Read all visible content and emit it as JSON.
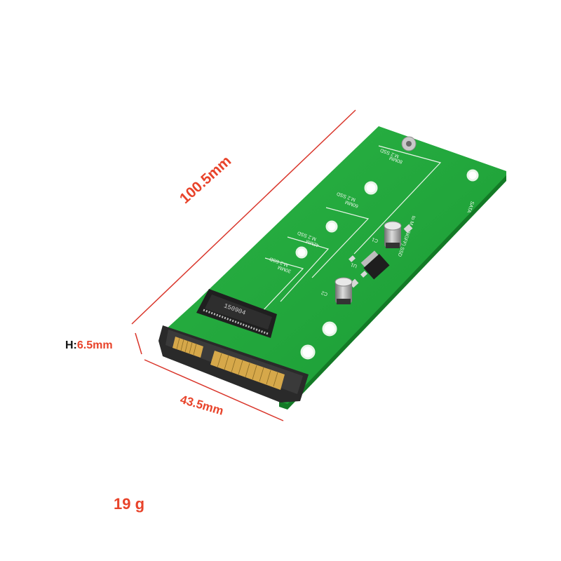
{
  "dimensions": {
    "length": "100.5mm",
    "width": "43.5mm",
    "height_prefix": "H:",
    "height_value": "6.5mm"
  },
  "weight": "19 g",
  "board_markings": {
    "slot_80": "80MM",
    "slot_80_sub": "M.2 SSD",
    "slot_60": "60MM",
    "slot_60_sub": "M.2 SSD",
    "slot_42": "42MM",
    "slot_42_sub": "M.2 SSD",
    "slot_30": "30MM",
    "slot_30_sub": "M.2 SSD",
    "side_text": "SATA",
    "side_text2": "to M.2 (NGFF) SSD",
    "chip": "150904",
    "cap1": "C1",
    "cap2": "C2",
    "reg": "U1"
  },
  "colors": {
    "pcb": "#1fa33a",
    "pcb_dark": "#137a26",
    "silk": "#e8f5e8",
    "dimension_line": "#d9352a",
    "label_red": "#e8432a",
    "connector": "#2a2a2a",
    "gold": "#d6a84a"
  }
}
